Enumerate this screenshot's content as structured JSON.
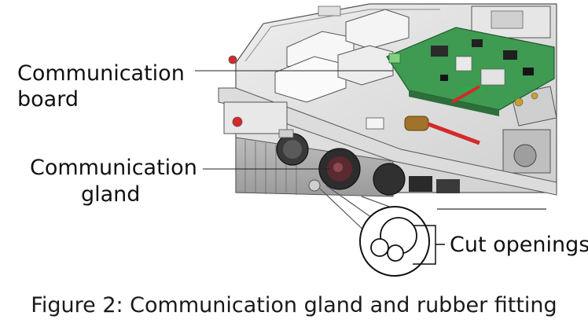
{
  "labels": {
    "communication_board_line1": "Communication",
    "communication_board_line2": "board",
    "communication_gland_line1": "Communication",
    "communication_gland_line2": "gland",
    "cut_openings": "Cut openings"
  },
  "caption": "Figure 2: Communication gland and rubber fitting",
  "colors": {
    "pcb_green": "#3f9a52",
    "chassis_grey": "#d9d9d9",
    "red_accent": "#d42a2a",
    "line": "#222222"
  }
}
